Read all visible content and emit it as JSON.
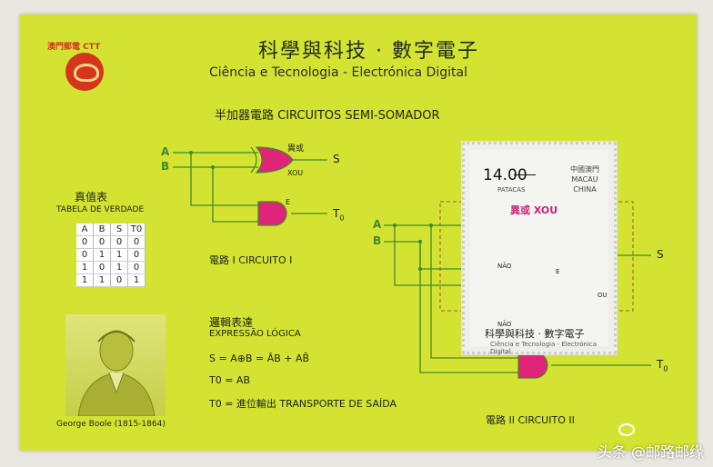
{
  "sheet": {
    "title_cn": "科學與科技 · 數字電子",
    "title_pt": "Ciência e Tecnologia - Electrónica Digital",
    "subtitle": "半加器電路  CIRCUITOS SEMI-SOMADOR",
    "logo_text": "澳門郵電 CTT"
  },
  "circuit1": {
    "input_a": "A",
    "input_b": "B",
    "xor_label": "異或",
    "xor_label_pt": "XOU",
    "and_label": "E",
    "output_s": "S",
    "output_t": "T",
    "output_t_sub": "0",
    "caption": "電路 I  CIRCUITO I"
  },
  "truth_table": {
    "title": "真值表",
    "subtitle": "TABELA DE VERDADE",
    "headers": [
      "A",
      "B",
      "S",
      "T0"
    ],
    "rows": [
      [
        "0",
        "0",
        "0",
        "0"
      ],
      [
        "0",
        "1",
        "1",
        "0"
      ],
      [
        "1",
        "0",
        "1",
        "0"
      ],
      [
        "1",
        "1",
        "0",
        "1"
      ]
    ]
  },
  "expressions": {
    "title": "邏輯表達",
    "subtitle": "EXPRESSÃO LÓGICA",
    "line1": "S = A⊕B = ĀB + AB̄",
    "line2": "T0 = AB",
    "line3": "T0 = 進位輸出  TRANSPORTE DE SAÍDA"
  },
  "portrait": {
    "caption": "George Boole (1815-1864)"
  },
  "stamp": {
    "value": "14.00",
    "currency": "PATACAS",
    "country": "中國澳門 MACAU CHINA",
    "xor_label": "異或 XOU",
    "not_label": "NÃO",
    "and_label": "E",
    "or_label": "OU",
    "title_cn": "科學與科技 · 數字電子",
    "title_pt": "Ciência e Tecnologia - Electrónica Digital"
  },
  "circuit2": {
    "input_a": "A",
    "input_b": "B",
    "output_s": "S",
    "output_t": "T",
    "output_t_sub": "0",
    "caption": "電路 II  CIRCUITO II"
  },
  "watermark": "头条 @邮路邮缘",
  "colors": {
    "sheet": "#d4e331",
    "gate": "#e0247a",
    "wire": "#3d8a2c",
    "logo": "#d6351c"
  }
}
